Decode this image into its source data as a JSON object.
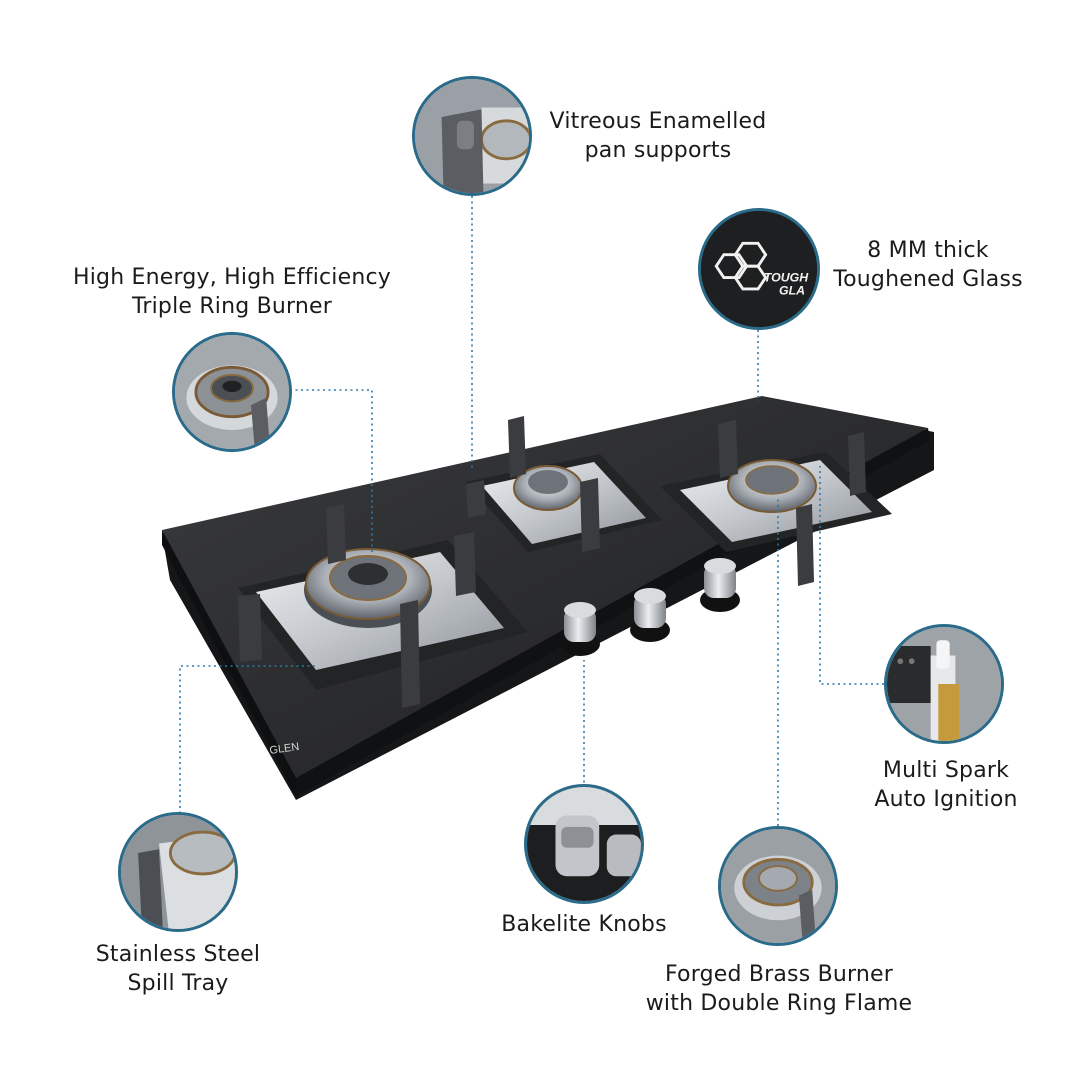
{
  "features": [
    {
      "id": "pan-supports",
      "lines": [
        "Vitreous Enamelled",
        "pan supports"
      ],
      "icon": "pan-support-closeup"
    },
    {
      "id": "toughened-glass",
      "lines": [
        "8 MM thick",
        "Toughened Glass"
      ],
      "icon": "toughened-glass-logo",
      "logo_text": [
        "TOUGH",
        "GLA"
      ]
    },
    {
      "id": "triple-ring-burner",
      "lines": [
        "High Energy, High Efficiency",
        "Triple Ring Burner"
      ],
      "icon": "triple-ring-burner-closeup"
    },
    {
      "id": "auto-ignition",
      "lines": [
        "Multi Spark",
        "Auto Ignition"
      ],
      "icon": "spark-ignition-closeup"
    },
    {
      "id": "spill-tray",
      "lines": [
        "Stainless Steel",
        "Spill Tray"
      ],
      "icon": "spill-tray-closeup"
    },
    {
      "id": "bakelite-knobs",
      "lines": [
        "Bakelite Knobs"
      ],
      "icon": "knob-closeup"
    },
    {
      "id": "brass-burner",
      "lines": [
        "Forged Brass Burner",
        "with Double Ring Flame"
      ],
      "icon": "brass-burner-closeup"
    }
  ],
  "product": {
    "brand": "GLEN",
    "type": "3-burner glass hob"
  },
  "colors": {
    "leader": "#2d79a8",
    "ring": "#2a6b8a",
    "glass": "#2b2c2e",
    "steel": "#c9ccd0"
  }
}
